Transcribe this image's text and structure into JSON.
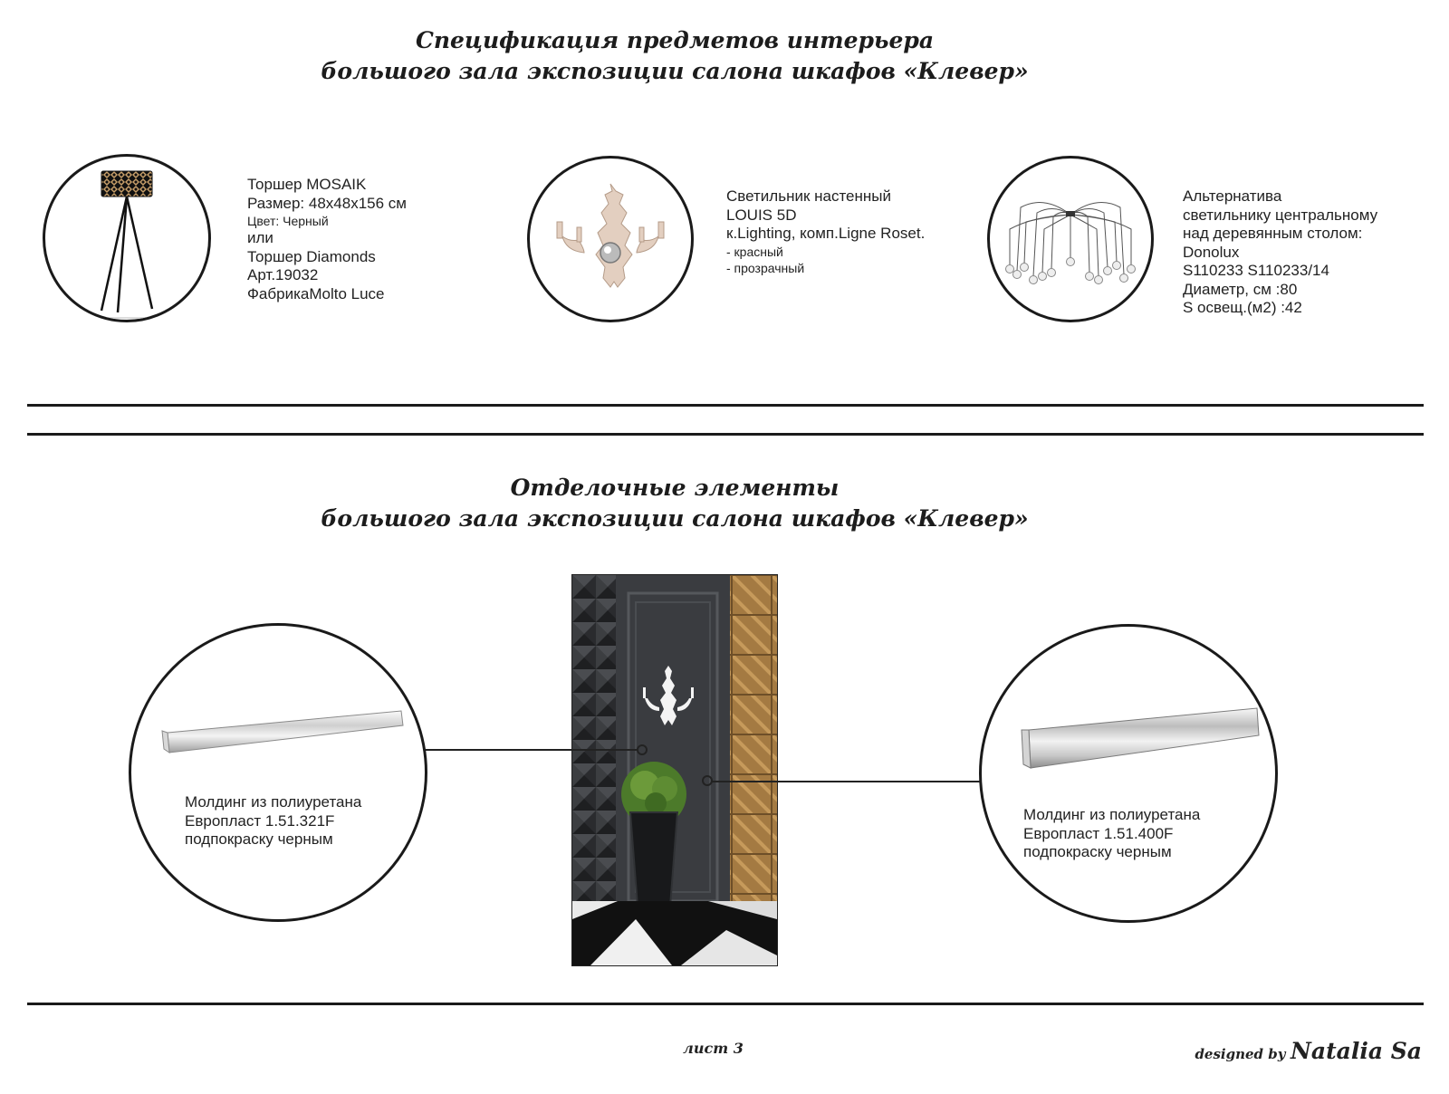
{
  "header": {
    "title_line1": "Спецификация предметов интерьера",
    "title_line2": "большого зала экспозиции салона шкафов «Клевер»"
  },
  "items": [
    {
      "name": "floor-lamp",
      "lines": [
        "Торшер MOSAIK",
        "Размер: 48х48х156 см"
      ],
      "small": [
        "Цвет: Черный"
      ],
      "lines2": [
        "или",
        "Торшер Diamonds",
        "Арт.19032",
        "ФабрикаMolto Luce"
      ]
    },
    {
      "name": "wall-lamp",
      "lines": [
        "Светильник настенный",
        "LOUIS 5D",
        "к.Lighting, комп.Ligne Roset."
      ],
      "small": [
        "- красный",
        "- прозрачный"
      ]
    },
    {
      "name": "chandelier",
      "lines": [
        "Альтернатива",
        "светильнику центральному",
        "над деревянным столом:",
        "Donolux",
        "S110233 S110233/14",
        "Диаметр, см :80",
        "S освещ.(м2) :42"
      ]
    }
  ],
  "section2": {
    "title_line1": "Отделочные элементы",
    "title_line2": "большого зала экспозиции салона шкафов «Клевер»"
  },
  "moldings": [
    {
      "line1": "Молдинг из полиуретана",
      "line2": "Европласт 1.51.321F",
      "line3": "подпокраску черным"
    },
    {
      "line1": "Молдинг из полиуретана",
      "line2": "Европласт 1.51.400F",
      "line3": "подпокраску черным"
    }
  ],
  "footer": {
    "sheet": "лист 3",
    "designed_by": "designed by",
    "designer_name": "Natalia Sa"
  }
}
